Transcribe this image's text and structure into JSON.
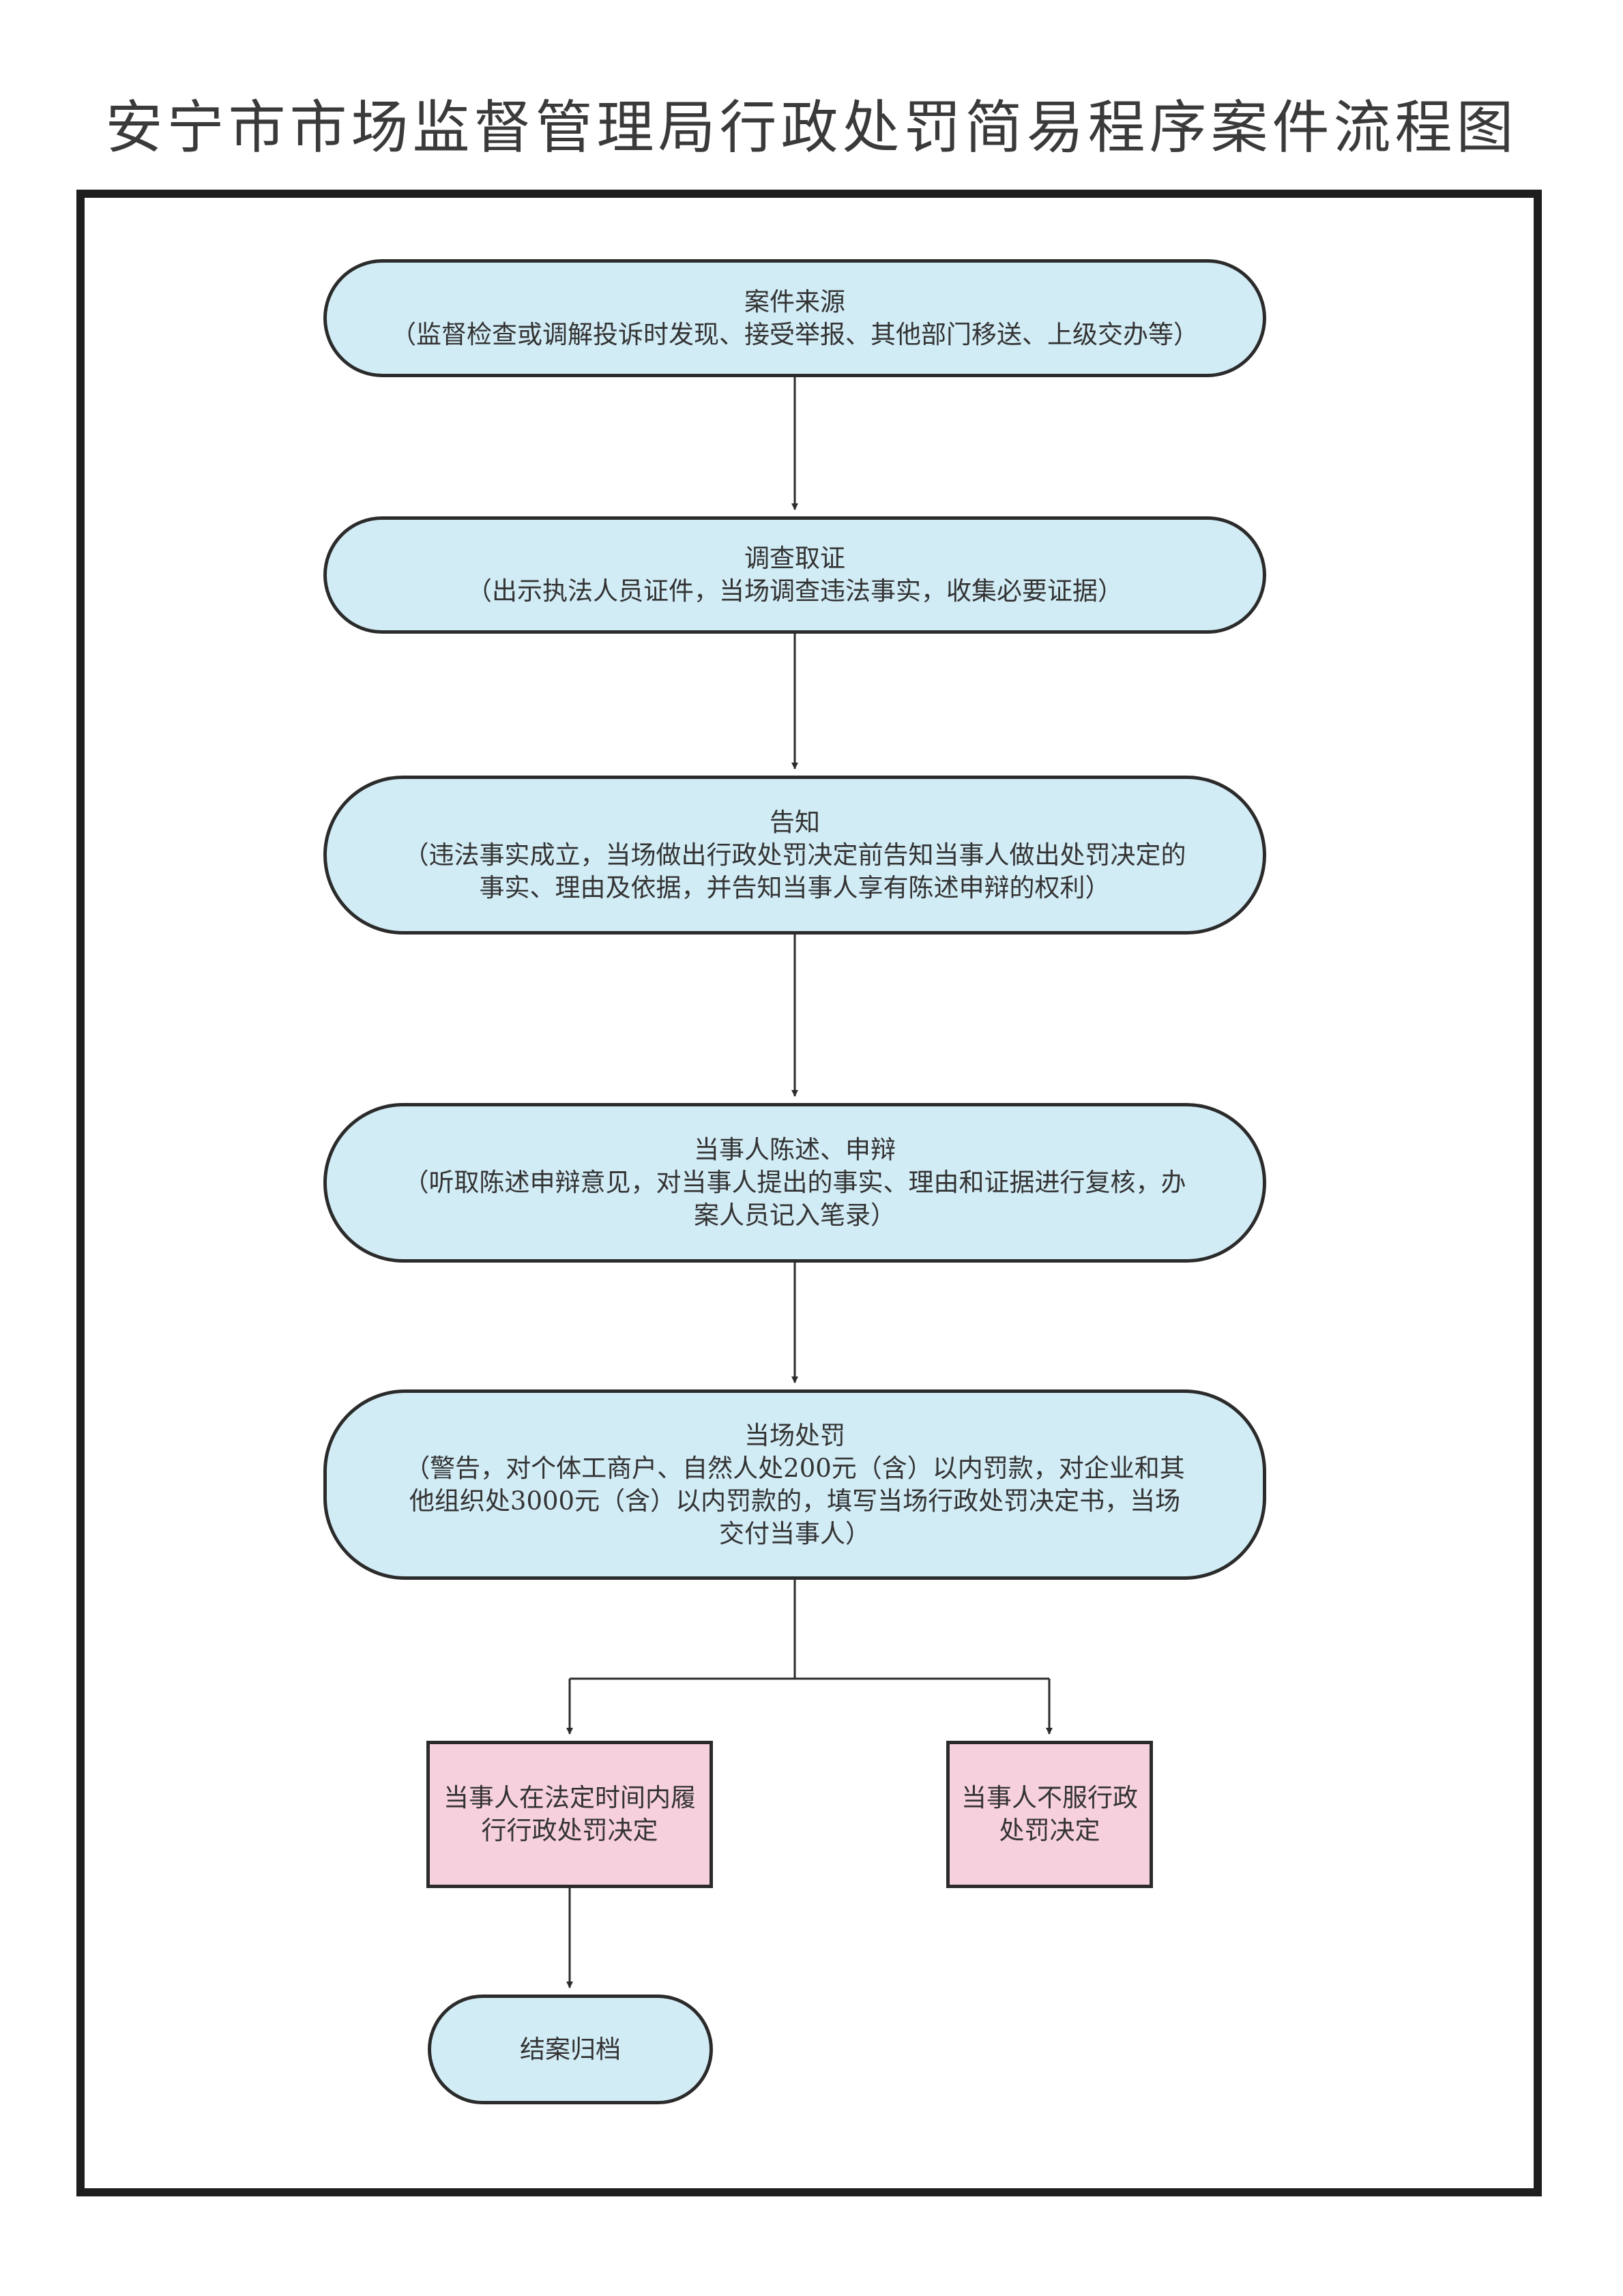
{
  "title": "安宁市市场监督管理局行政处罚简易程序案件流程图",
  "steps": [
    {
      "heading": "案件来源",
      "detail": "（监督检查或调解投诉时发现、接受举报、其他部门移送、上级交办等）"
    },
    {
      "heading": "调查取证",
      "detail": "（出示执法人员证件，当场调查违法事实，收集必要证据）"
    },
    {
      "heading": "告知",
      "detail": "（违法事实成立，当场做出行政处罚决定前告知当事人做出处罚决定的\n事实、理由及依据，并告知当事人享有陈述申辩的权利）"
    },
    {
      "heading": "当事人陈述、申辩",
      "detail": "（听取陈述申辩意见，对当事人提出的事实、理由和证据进行复核，办\n案人员记入笔录）"
    },
    {
      "heading": "当场处罚",
      "detail": "（警告，对个体工商户、自然人处200元（含）以内罚款，对企业和其\n他组织处3000元（含）以内罚款的，填写当场行政处罚决定书，当场\n交付当事人）"
    }
  ],
  "outcomes": {
    "comply": "当事人在法定时间内履\n行行政处罚决定",
    "dispute": "当事人不服行政\n处罚决定"
  },
  "final": "结案归档",
  "colors": {
    "process_fill": "#d2ecf6",
    "outcome_fill": "#f7d0dd",
    "stroke": "#2b2b2b"
  }
}
